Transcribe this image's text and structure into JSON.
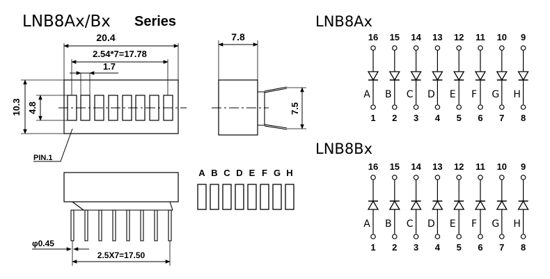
{
  "title": {
    "main": "LNB8Ax/Bx",
    "series": "Series"
  },
  "front_view": {
    "width_label": "20.4",
    "pitch_label": "2.54*7=17.78",
    "seg_width_label": "1.7",
    "height_label": "10.3",
    "seg_height_label": "4.8",
    "pin_label": "PIN.1"
  },
  "side_view": {
    "depth_label": "7.8",
    "pin_height_label": "7.5"
  },
  "bottom_view": {
    "pin_diameter_label": "φ0.45",
    "pin_span_label": "2.5X7=17.50"
  },
  "segment_view": {
    "letters": [
      "A",
      "B",
      "C",
      "D",
      "E",
      "F",
      "G",
      "H"
    ]
  },
  "schematic_a": {
    "title": "LNB8Ax",
    "top_pins": [
      "16",
      "15",
      "14",
      "13",
      "12",
      "11",
      "10",
      "9"
    ],
    "letters": [
      "A",
      "B",
      "C",
      "D",
      "E",
      "F",
      "G",
      "H"
    ],
    "bottom_pins": [
      "1",
      "2",
      "3",
      "4",
      "5",
      "6",
      "7",
      "8"
    ]
  },
  "schematic_b": {
    "title": "LNB8Bx",
    "top_pins": [
      "16",
      "15",
      "14",
      "13",
      "12",
      "11",
      "10",
      "9"
    ],
    "letters": [
      "A",
      "B",
      "C",
      "D",
      "E",
      "F",
      "G",
      "H"
    ],
    "bottom_pins": [
      "1",
      "2",
      "3",
      "4",
      "5",
      "6",
      "7",
      "8"
    ]
  }
}
